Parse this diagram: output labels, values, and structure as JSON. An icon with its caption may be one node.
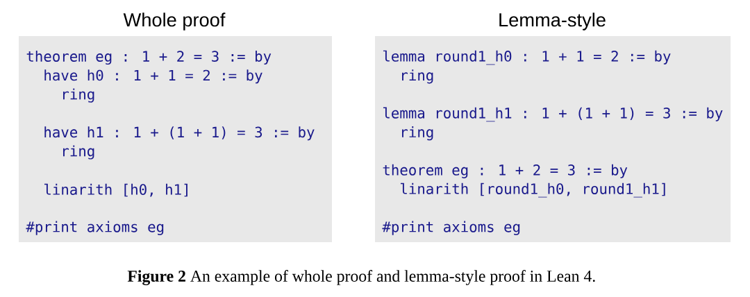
{
  "diagram": {
    "caption": "**Figure 2** An example of whole proof and lemma-style proof in Lean 4.",
    "nodes": [
      {
        "text": [
          "Whole proof",
          "theorem eg : 1 + 2 = 3 := by",
          "have h0 : 1 + 1 = 2 := by",
          "ring",
          "have h1 : 1 + (1 + 1) = 3 := by",
          "ring",
          "linarith [h0, h1]",
          "#print axioms eg"
        ]
      },
      {
        "text": [
          "Lemma-style",
          "lemma round1_h0 : 1 + 1 = 2 := by",
          "ring",
          "lemma round1_h1 : 1 + (1 + 1) = 3 := by",
          "ring",
          "theorem eg : 1 + 2 = 3 := by",
          "linarith [round1_h0, round1_h1]",
          "#print axioms eg"
        ]
      }
    ]
  }
}
